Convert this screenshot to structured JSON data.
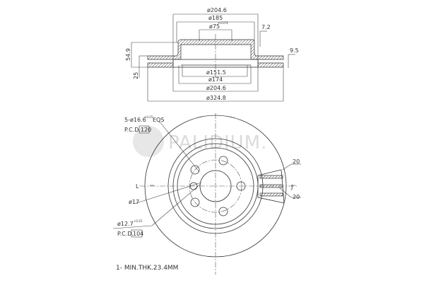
{
  "section_view": {
    "dim_outer_hat": "ø204.6",
    "dim_hat_top": "ø185",
    "dim_center_bore": "ø75",
    "dim_center_bore_tol": "+0.074",
    "dim_hat_thk": "7.2",
    "dim_height": "54.9",
    "dim_offset": "25",
    "dim_flange": "9.5",
    "dim_inner": "ø151.5",
    "dim_174": "ø174",
    "dim_204_bottom": "ø204.6",
    "dim_disc": "ø324.8"
  },
  "front_view": {
    "bolt_holes": "5-ø16.6",
    "bolt_holes_tol": "+0.25",
    "bolt_holes_suffix": "EQS",
    "pcd_label": "P.C.D.",
    "pcd_120": "120",
    "dia_17": "ø17",
    "dia_12_7": "ø12.7",
    "dia_12_7_tol": "+0.25",
    "pcd_label_2": "P.C.D.",
    "pcd_104": "104",
    "vane_1": "20",
    "vane_2": "20",
    "section_mark_left": "L",
    "section_mark_right": "J"
  },
  "note": "1- MIN.THK.23.4MM",
  "watermark": "PALIDIUM."
}
